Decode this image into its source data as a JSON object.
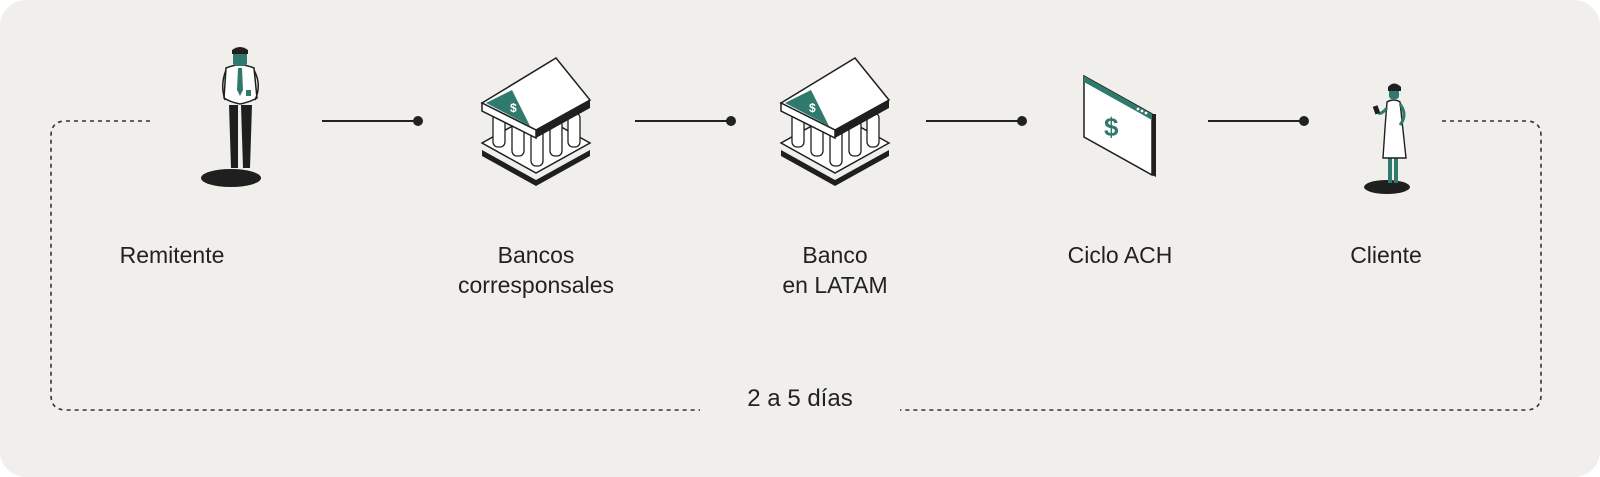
{
  "colors": {
    "background": "#f0efec",
    "ink": "#1f1f1f",
    "accent": "#2f7a6c"
  },
  "steps": [
    {
      "id": "remitente",
      "lines": [
        "Remitente"
      ],
      "icon": "businessman-icon"
    },
    {
      "id": "bancos-corresponsales",
      "lines": [
        "Bancos",
        "corresponsales"
      ],
      "icon": "bank-icon"
    },
    {
      "id": "banco-latam",
      "lines": [
        "Banco",
        "en LATAM"
      ],
      "icon": "bank-icon"
    },
    {
      "id": "ciclo-ach",
      "lines": [
        "Ciclo ACH"
      ],
      "icon": "browser-dollar-icon"
    },
    {
      "id": "cliente",
      "lines": [
        "Cliente"
      ],
      "icon": "woman-with-phone-icon"
    }
  ],
  "duration": "2 a 5 días"
}
